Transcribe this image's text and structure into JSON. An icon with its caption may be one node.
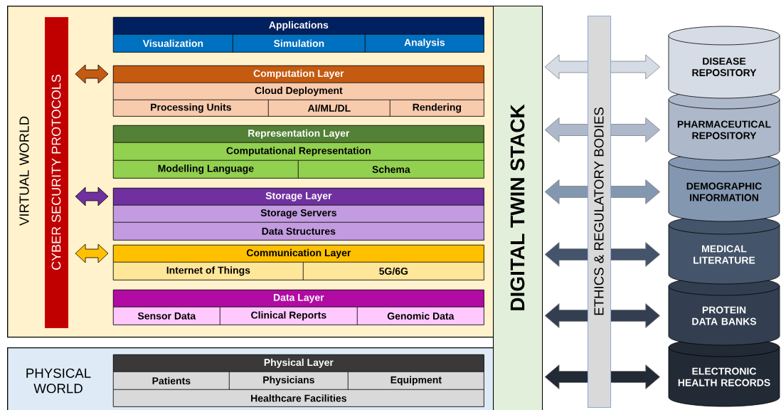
{
  "diagram": {
    "nodes": [
      {
        "text": [
          "VIRTUAL WORLD"
        ]
      },
      {
        "text": [
          "CYBER SECURITY PROTOCOLS"
        ],
        "in": 0
      },
      {
        "text": [
          "Applications"
        ],
        "in": 0
      },
      {
        "text": [
          "Visualization"
        ],
        "in": 2
      },
      {
        "text": [
          "Simulation"
        ],
        "in": 2
      },
      {
        "text": [
          "Analysis"
        ],
        "in": 2
      },
      {
        "text": [
          "Computation Layer"
        ],
        "in": 0
      },
      {
        "text": [
          "Cloud Deployment"
        ],
        "in": 6
      },
      {
        "text": [
          "Processing Units"
        ],
        "in": 6
      },
      {
        "text": [
          "AI/ML/DL"
        ],
        "in": 6
      },
      {
        "text": [
          "Rendering"
        ],
        "in": 6
      },
      {
        "text": [
          "Representation Layer"
        ],
        "in": 0
      },
      {
        "text": [
          "Computational Representation"
        ],
        "in": 11
      },
      {
        "text": [
          "Modelling Language"
        ],
        "in": 11
      },
      {
        "text": [
          "Schema"
        ],
        "in": 11
      },
      {
        "text": [
          "Storage Layer"
        ],
        "in": 0
      },
      {
        "text": [
          "Storage Servers"
        ],
        "in": 15
      },
      {
        "text": [
          "Data Structures"
        ],
        "in": 15
      },
      {
        "text": [
          "Communication Layer"
        ],
        "in": 0
      },
      {
        "text": [
          "Internet of Things"
        ],
        "in": 18
      },
      {
        "text": [
          "5G/6G"
        ],
        "in": 18
      },
      {
        "text": [
          "Data Layer"
        ],
        "in": 0
      },
      {
        "text": [
          "Sensor Data"
        ],
        "in": 21
      },
      {
        "text": [
          "Clinical Reports"
        ],
        "in": 21
      },
      {
        "text": [
          "Genomic Data"
        ],
        "in": 21
      },
      {
        "text": [
          "PHYSICAL WORLD"
        ]
      },
      {
        "text": [
          "Physical Layer"
        ],
        "in": 25
      },
      {
        "text": [
          "Patients"
        ],
        "in": 26
      },
      {
        "text": [
          "Physicians"
        ],
        "in": 26
      },
      {
        "text": [
          "Equipment"
        ],
        "in": 26
      },
      {
        "text": [
          "Healthcare Facilities"
        ],
        "in": 26
      },
      {
        "text": [
          "DIGITAL TWIN STACK"
        ]
      },
      {
        "text": [
          "ETHICS & REGULATORY BODIES"
        ]
      },
      {
        "text": [
          "DISEASE REPOSITORY"
        ]
      },
      {
        "text": [
          "PHARMACEUTICAL REPOSITORY"
        ]
      },
      {
        "text": [
          "DEMOGRAPHIC INFORMATION"
        ]
      },
      {
        "text": [
          "MEDICAL LITERATURE"
        ]
      },
      {
        "text": [
          "PROTEIN DATA BANKS"
        ]
      },
      {
        "text": [
          "ELECTRONIC HEALTH RECORDS"
        ]
      }
    ],
    "edges": [
      {
        "from": 1,
        "to": 6,
        "arrow": "both",
        "color": "#c55a11"
      },
      {
        "from": 1,
        "to": 15,
        "arrow": "both",
        "color": "#7030a0"
      },
      {
        "from": 1,
        "to": 18,
        "arrow": "both",
        "color": "#ffc000"
      },
      {
        "from": 31,
        "to": 33,
        "arrow": "both",
        "color": "#d6dce5"
      },
      {
        "from": 31,
        "to": 34,
        "arrow": "both",
        "color": "#adb9ca"
      },
      {
        "from": 31,
        "to": 35,
        "arrow": "both",
        "color": "#8497b0"
      },
      {
        "from": 31,
        "to": 36,
        "arrow": "both",
        "color": "#44546a"
      },
      {
        "from": 31,
        "to": 37,
        "arrow": "both",
        "color": "#333f50"
      },
      {
        "from": 31,
        "to": 38,
        "arrow": "both",
        "color": "#222a35"
      }
    ]
  }
}
